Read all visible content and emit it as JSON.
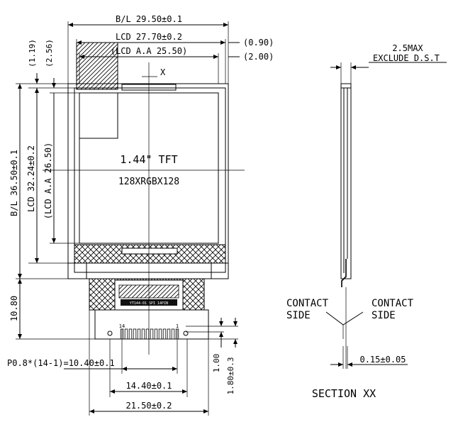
{
  "front_view": {
    "display_title": "1.44\" TFT",
    "resolution": "128XRGBX128",
    "section_marker": "X",
    "dims": {
      "bl_width": "B/L 29.50±0.1",
      "lcd_width": "LCD 27.70±0.2",
      "lcd_aa_width": "(LCD A.A 25.50)",
      "offset_090": "(0.90)",
      "offset_200": "(2.00)",
      "offset_119": "(1.19)",
      "offset_256": "(2.56)",
      "bl_height": "B/L 36.50±0.1",
      "lcd_height": "LCD 32.24±0.2",
      "lcd_aa_height": "(LCD A.A 26.50)",
      "tail_height": "10.80",
      "pitch": "P0.8*(14-1)=10.40±0.1",
      "pad_1": "1.00",
      "pad_2": "1.80±0.3",
      "width_1440": "14.40±0.1",
      "width_2150": "21.50±0.2"
    },
    "pin_labels": {
      "pin_left": "14",
      "pin_right": "1"
    },
    "fpc_print": "YT144-01 SPI 14PIN"
  },
  "side_view": {
    "thickness": "2.5MAX",
    "thickness_note": "EXCLUDE D.S.T",
    "contact_left_1": "CONTACT",
    "contact_left_2": "SIDE",
    "contact_right_1": "CONTACT",
    "contact_right_2": "SIDE",
    "tail_thickness": "0.15±0.05",
    "section_caption": "SECTION XX"
  }
}
